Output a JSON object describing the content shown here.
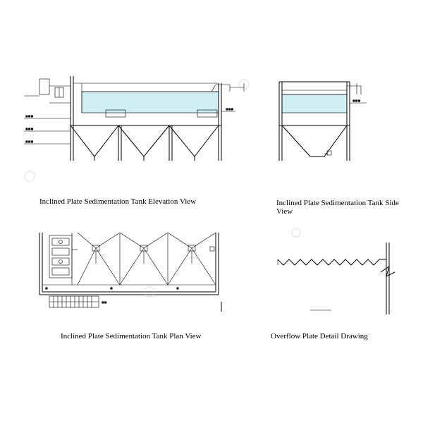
{
  "colors": {
    "water": "#cfeff4",
    "line": "#000000",
    "watermark": "#d8d8d8"
  },
  "captions": {
    "elevation": "Inclined Plate Sedimentation Tank Elevation View",
    "side": "Inclined Plate Sedimentation Tank Side View",
    "plan": "Inclined Plate Sedimentation Tank Plan View",
    "overflow": "Overflow Plate Detail Drawing"
  },
  "icons": {
    "watermark": "company-logo-watermark"
  }
}
